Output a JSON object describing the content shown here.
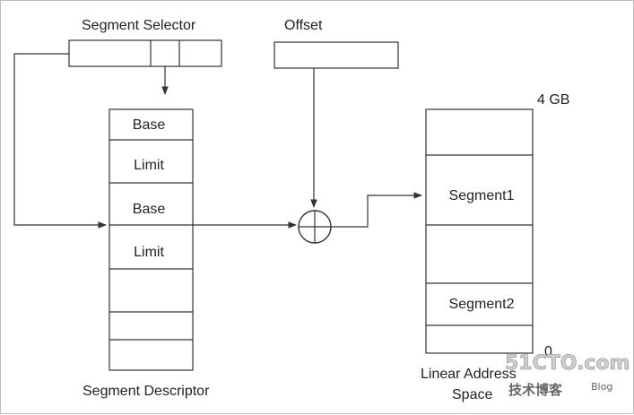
{
  "diagram": {
    "segment_selector": {
      "label": "Segment Selector"
    },
    "offset": {
      "label": "Offset"
    },
    "descriptor": {
      "label": "Segment Descriptor",
      "fields": [
        "Base",
        "Limit",
        "Base",
        "Limit"
      ]
    },
    "linear_space": {
      "top_label": "4 GB",
      "bottom_label": "0",
      "label_line1": "Linear Address",
      "label_line2": "Space",
      "segments": [
        "Segment1",
        "Segment2"
      ]
    }
  },
  "watermark": {
    "brand": "51CTO.com",
    "subtitle": "技术博客",
    "blog": "Blog"
  }
}
